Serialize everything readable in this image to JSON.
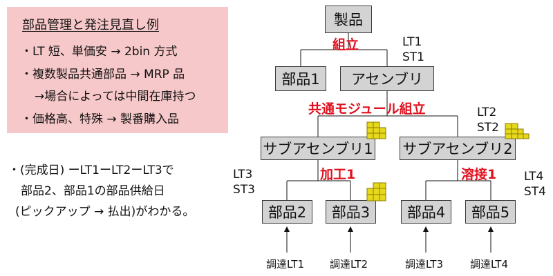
{
  "panel": {
    "title": "部品管理と発注見直し例",
    "lines": [
      "・LT 短、単価安 → 2bin 方式",
      "・複数製品共通部品 → MRP 品",
      "→場合によっては中間在庫持つ",
      "・価格高、特殊 → 製番購入品"
    ]
  },
  "note": {
    "lines": [
      "・(完成日) ーLT1ーLT2ーLT3で",
      "部品2、部品1の部品供給日",
      "(ピックアップ → 払出)がわかる。"
    ]
  },
  "diagram": {
    "product": "製品",
    "part1": "部品1",
    "assembly": "アセンブリ",
    "subassy1": "サブアセンブリ1",
    "subassy2": "サブアセンブリ2",
    "part2": "部品2",
    "part3": "部品3",
    "part4": "部品4",
    "part5": "部品5",
    "label_assemble": "組立",
    "label_common_module": "共通モジュール組立",
    "label_machining": "加工1",
    "label_welding": "溶接1",
    "lt1": "LT1",
    "st1": "ST1",
    "lt2": "LT2",
    "st2": "ST2",
    "lt3": "LT3",
    "st3": "ST3",
    "lt4": "LT4",
    "st4": "ST4",
    "procure1": "調達LT1",
    "procure2": "調達LT2",
    "procure3": "調達LT3",
    "procure4": "調達LT4"
  },
  "colors": {
    "panel_bg": "#f7c8c9",
    "node_bg": "#d3d3d3",
    "process_label": "#e0101e",
    "stock_cube": "#e6d81c"
  },
  "icons": [
    "inventory-cubes-icon"
  ]
}
